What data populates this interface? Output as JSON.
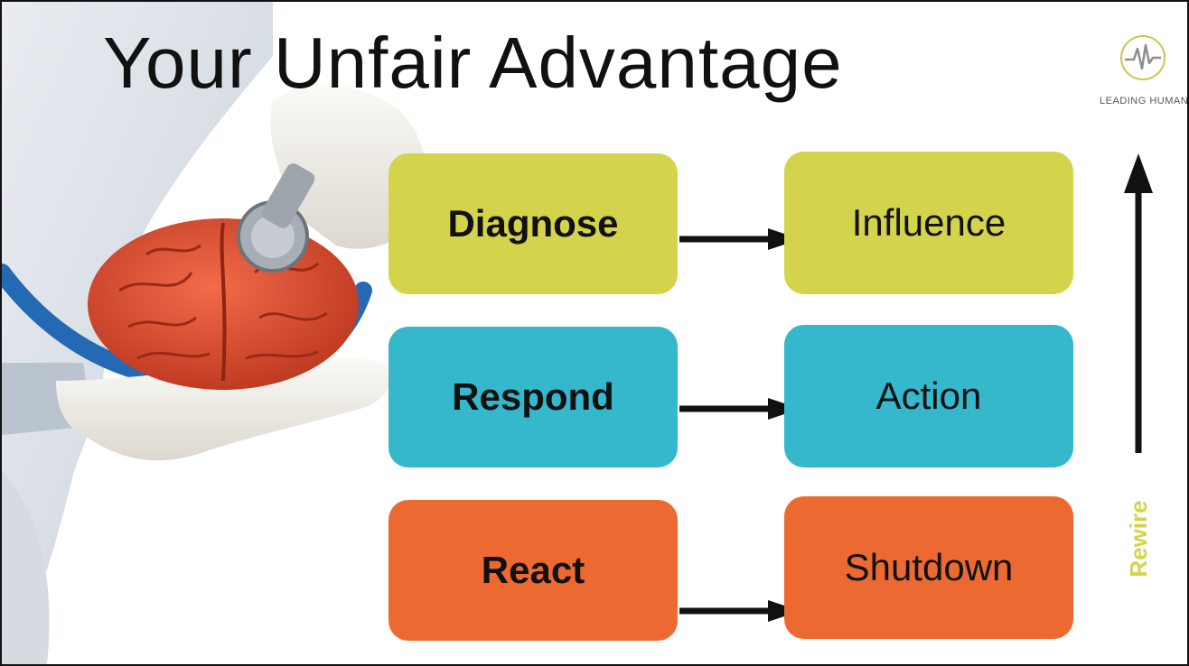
{
  "slide": {
    "title": "Your Unfair Advantage",
    "logo_text": "LEADING HUMANS",
    "logo_icon": "wave-pulse-icon",
    "image": "doctor-hands-stethoscope-on-brain-photo"
  },
  "rows": [
    {
      "left": "Diagnose",
      "right": "Influence",
      "color": "#d3d44b"
    },
    {
      "left": "Respond",
      "right": "Action",
      "color": "#35b7cc"
    },
    {
      "left": "React",
      "right": "Shutdown",
      "color": "#ec6a32"
    }
  ],
  "side_label": "Rewire",
  "colors": {
    "lime": "#d3d44b",
    "teal": "#35b7cc",
    "orange": "#ec6a32",
    "arrow": "#111111"
  }
}
